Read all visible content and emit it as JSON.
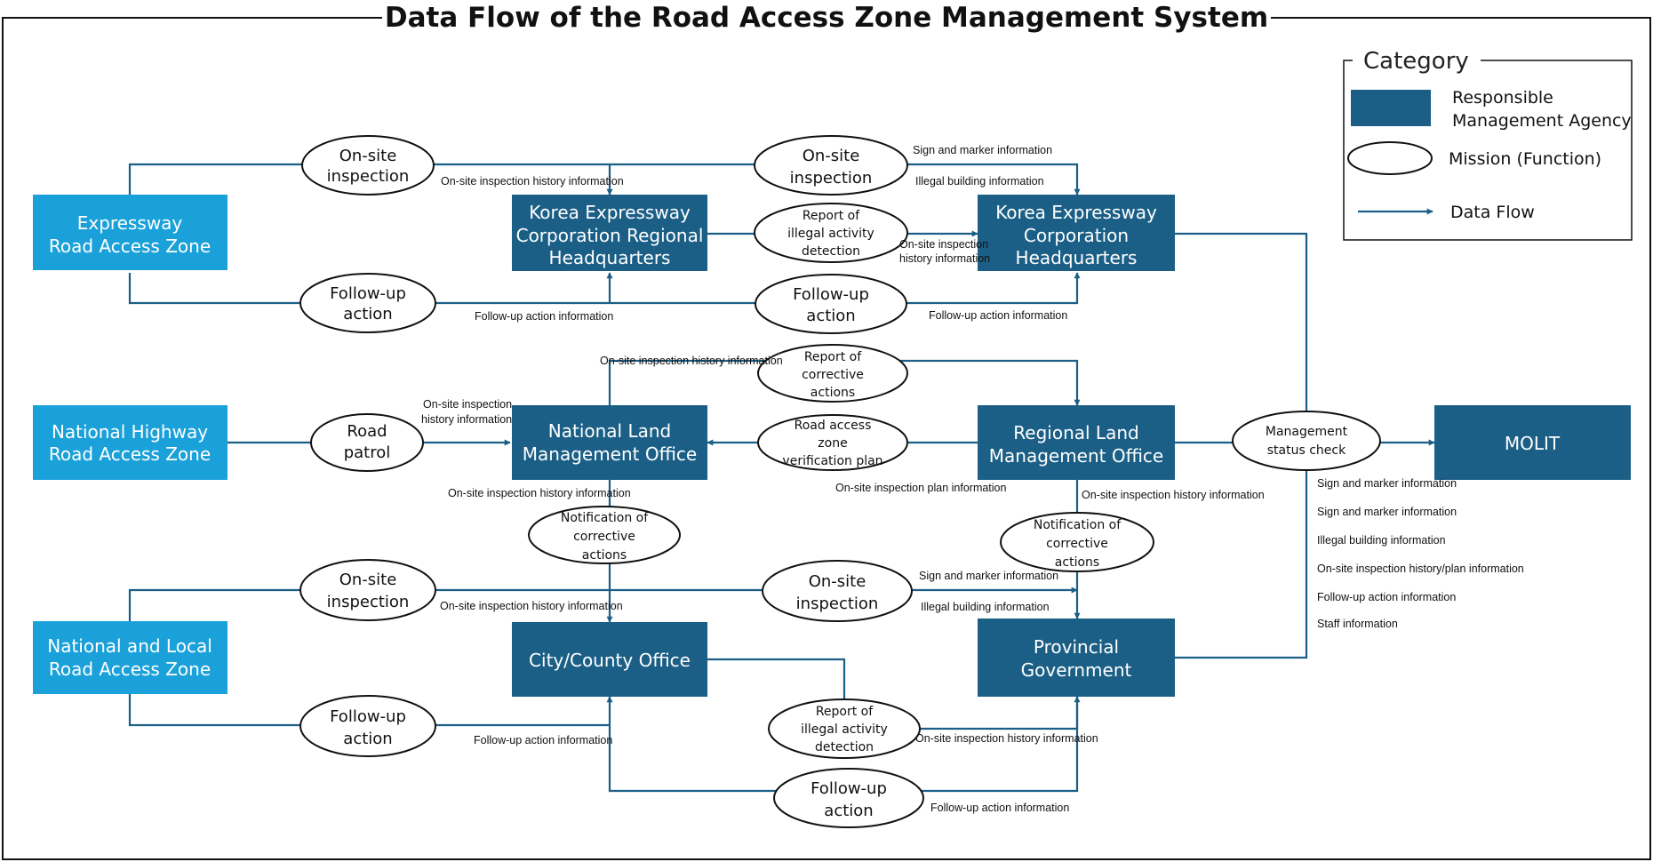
{
  "title": "Data Flow of the Road Access Zone Management System",
  "colors": {
    "zone": "#1ba1d9",
    "agency": "#1b5f86",
    "flow": "#1b5f86",
    "text": "#111111"
  },
  "legend": {
    "heading": "Category",
    "agency_line1": "Responsible",
    "agency_line2": "Management Agency",
    "mission": "Mission (Function)",
    "flow": "Data Flow"
  },
  "zones": {
    "expressway": [
      "Expressway",
      "Road Access Zone"
    ],
    "national_highway": [
      "National Highway",
      "Road Access Zone"
    ],
    "national_local": [
      "National and Local",
      "Road Access Zone"
    ]
  },
  "agencies": {
    "kec_regional": [
      "Korea Expressway",
      "Corporation Regional",
      "Headquarters"
    ],
    "kec_hq": [
      "Korea Expressway",
      "Corporation",
      "Headquarters"
    ],
    "national_land": [
      "National Land",
      "Management Office"
    ],
    "regional_land": [
      "Regional Land",
      "Management Office"
    ],
    "city_county": [
      "City/County Office"
    ],
    "provincial": [
      "Provincial",
      "Government"
    ],
    "molit": [
      "MOLIT"
    ]
  },
  "missions": {
    "onsite_inspection_1": [
      "On-site",
      "inspection"
    ],
    "onsite_inspection_2": [
      "On-site",
      "inspection"
    ],
    "followup_1": [
      "Follow-up",
      "action"
    ],
    "followup_2": [
      "Follow-up",
      "action"
    ],
    "illegal_detection_1": [
      "Report of",
      "illegal activity",
      "detection"
    ],
    "road_patrol": [
      "Road",
      "patrol"
    ],
    "corrective_report": [
      "Report of",
      "corrective",
      "actions"
    ],
    "verification_plan": [
      "Road access",
      "zone",
      "verification plan"
    ],
    "mgmt_status": [
      "Management",
      "status check"
    ],
    "notify_corrective_1": [
      "Notification of",
      "corrective",
      "actions"
    ],
    "notify_corrective_2": [
      "Notification of",
      "corrective",
      "actions"
    ],
    "onsite_inspection_3": [
      "On-site",
      "inspection"
    ],
    "onsite_inspection_4": [
      "On-site",
      "inspection"
    ],
    "followup_3": [
      "Follow-up",
      "action"
    ],
    "illegal_detection_2": [
      "Report of",
      "illegal activity",
      "detection"
    ],
    "followup_4": [
      "Follow-up",
      "action"
    ]
  },
  "flow_labels": {
    "f1": "On-site inspection history information",
    "f2": "Sign and marker information",
    "f3": "Illegal building information",
    "f4a": "On-site inspection",
    "f4b": "history information",
    "f5": "Follow-up action information",
    "f6": "Follow-up action information",
    "f7": "On-site inspection history information",
    "f8a": "On-site inspection",
    "f8b": "history information",
    "f9": "On-site inspection history information",
    "f10": "On-site inspection plan information",
    "f11": "On-site inspection history information",
    "f12": "Sign and marker information",
    "f13": "Illegal building information",
    "f14": "On-site inspection history information",
    "f15": "Follow-up action information",
    "f16": "On-site inspection history information",
    "f17": "Follow-up action information"
  },
  "molit_inputs": [
    "Sign and marker information",
    "Sign and marker information",
    "Illegal building information",
    "On-site inspection history/plan information",
    "Follow-up action information",
    "Staff information"
  ]
}
